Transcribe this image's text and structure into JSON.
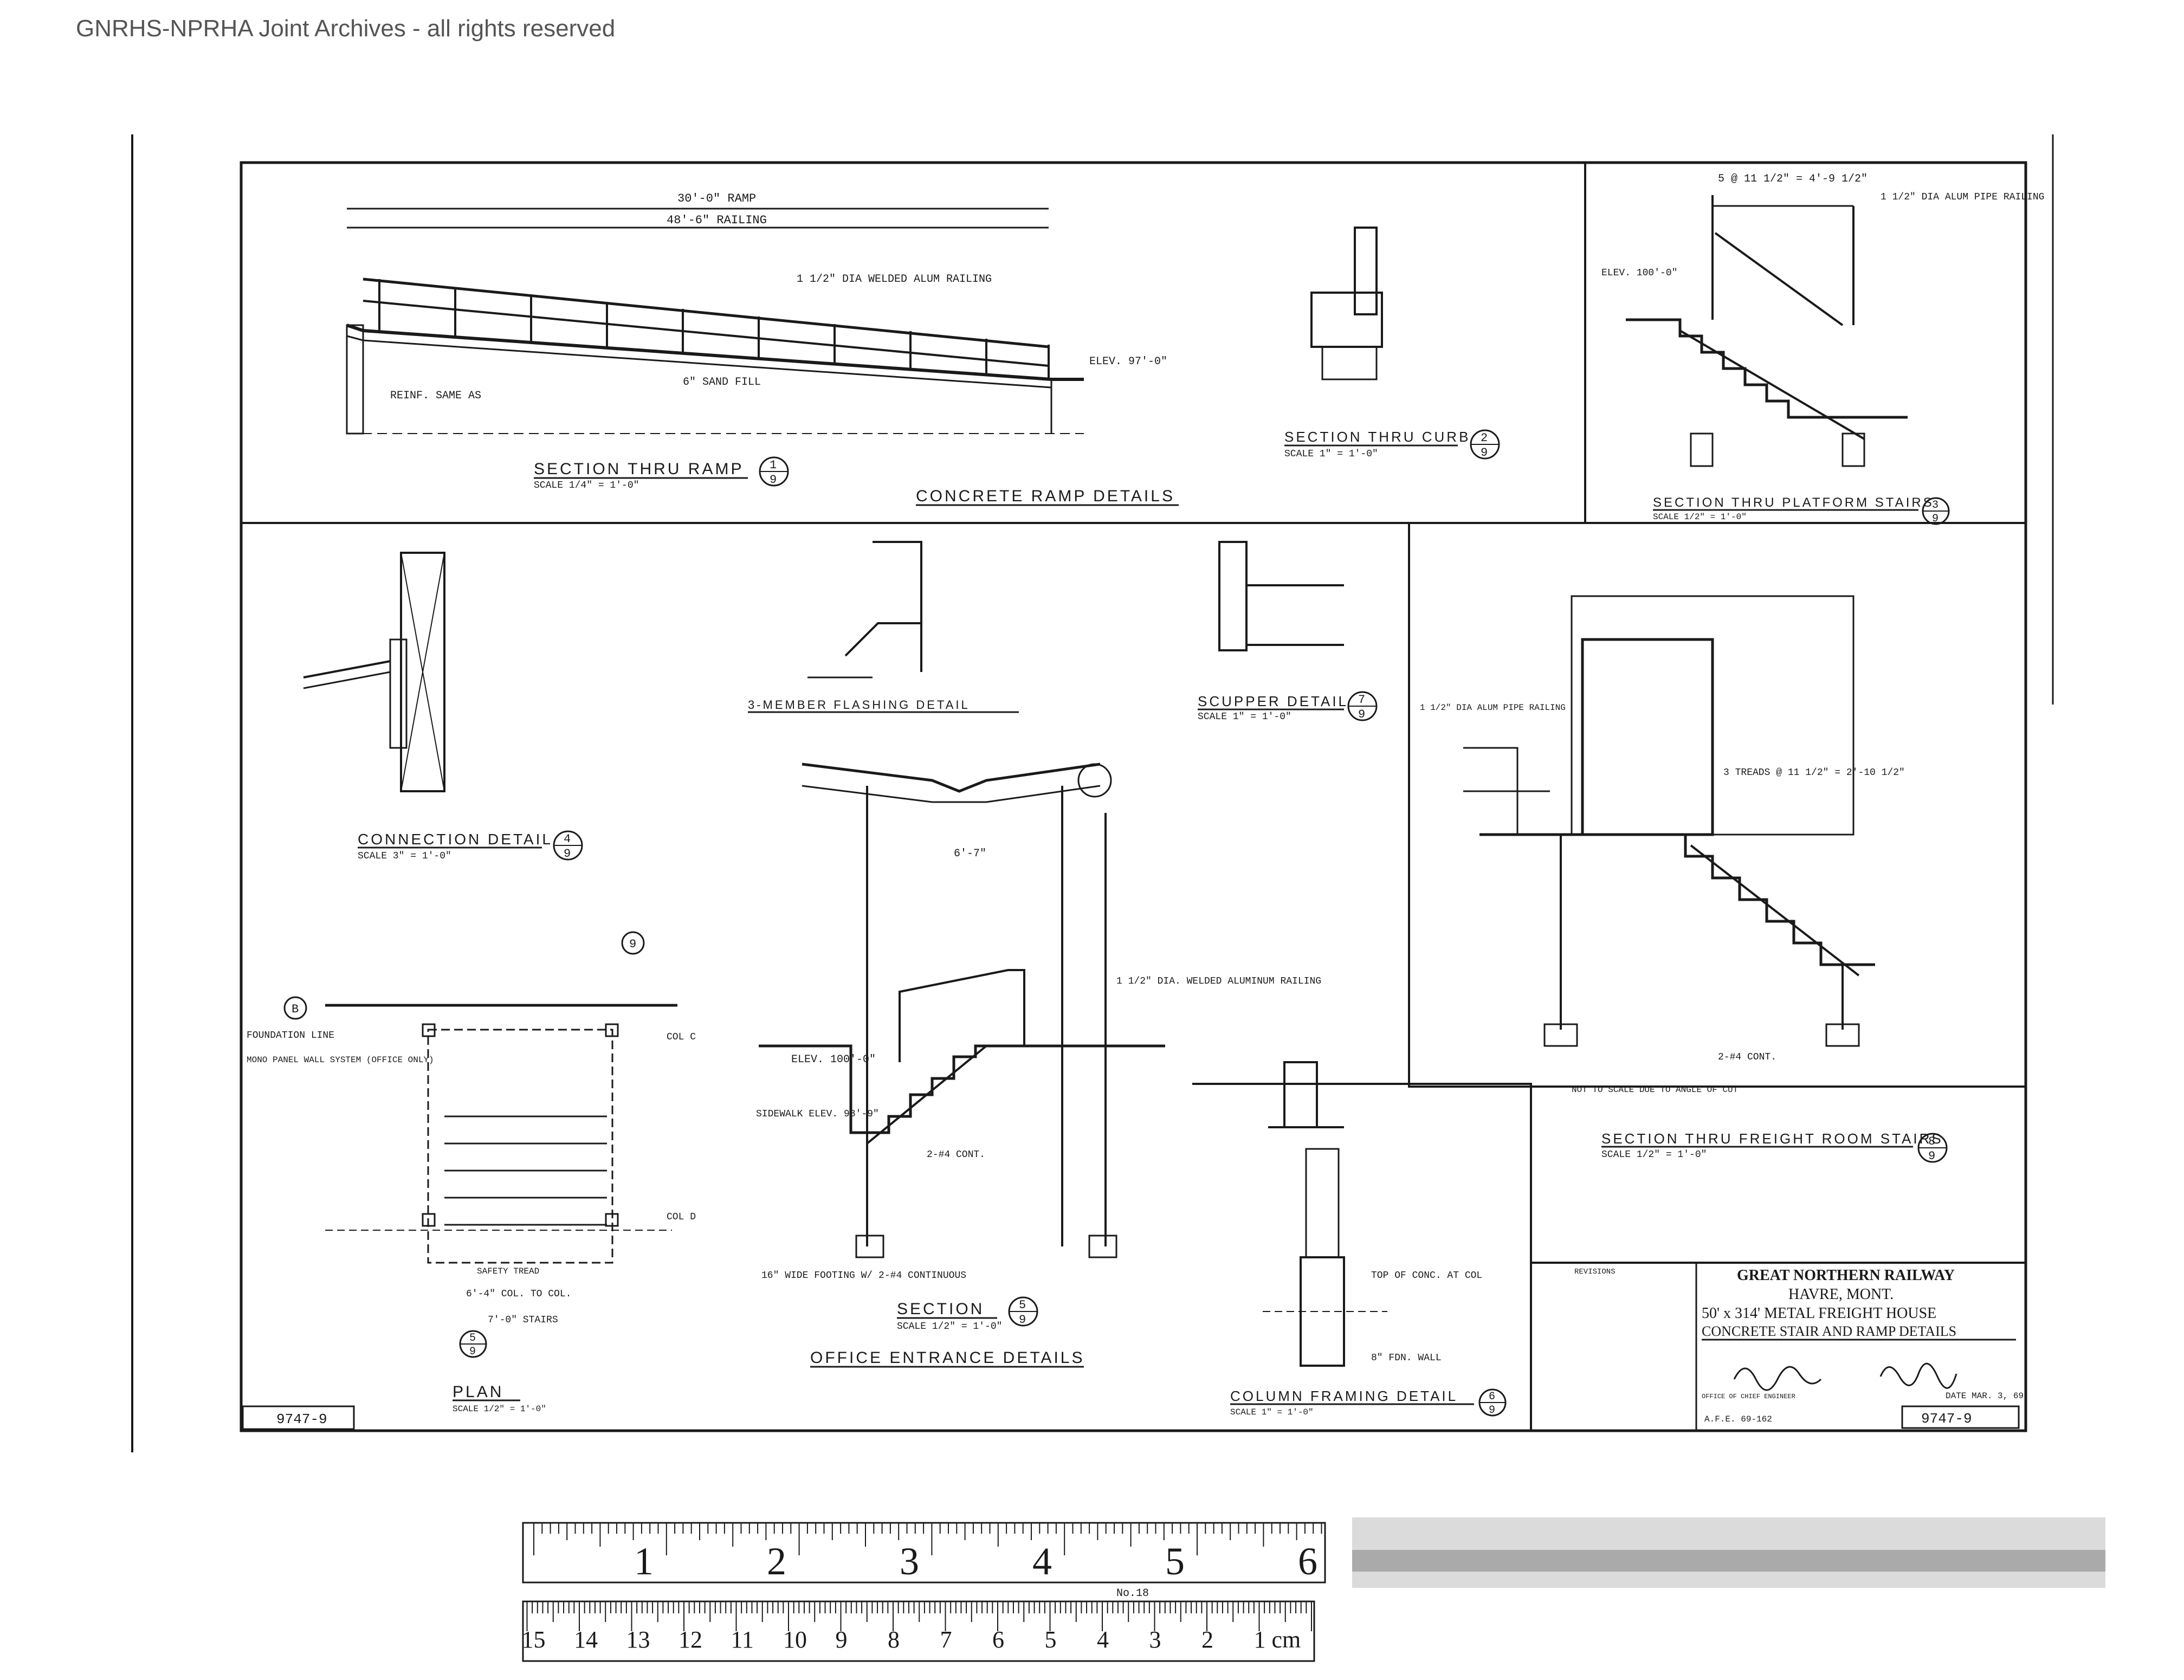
{
  "watermark": "GNRHS-NPRHA Joint Archives - all rights reserved",
  "drawing": {
    "number_left": "9747-9",
    "number_right": "9747-9",
    "panels": {
      "ramp_group_title": "CONCRETE RAMP DETAILS",
      "section_ramp": "SECTION THRU RAMP",
      "section_ramp_scale": "SCALE 1/4\" = 1'-0\"",
      "section_curb": "SECTION THRU CURB",
      "section_curb_scale": "SCALE 1\" = 1'-0\"",
      "section_platform": "SECTION THRU PLATFORM STAIRS",
      "section_platform_scale": "SCALE 1/2\" = 1'-0\"",
      "connection": "CONNECTION DETAIL",
      "connection_scale": "SCALE 3\" = 1'-0\"",
      "flashing": "3-MEMBER FLASHING DETAIL",
      "scupper": "SCUPPER DETAIL",
      "scupper_scale": "SCALE 1\" = 1'-0\"",
      "section_office": "SECTION",
      "section_office_scale": "SCALE 1/2\" = 1'-0\"",
      "office_group_title": "OFFICE ENTRANCE DETAILS",
      "plan": "PLAN",
      "plan_scale": "SCALE 1/2\" = 1'-0\"",
      "column": "COLUMN FRAMING DETAIL",
      "column_scale": "SCALE 1\" = 1'-0\"",
      "freight": "SECTION THRU FREIGHT ROOM STAIRS",
      "freight_scale": "SCALE 1/2\" = 1'-0\"",
      "revisions": "REVISIONS"
    },
    "refs": {
      "r1": "1",
      "r2": "2",
      "r3": "3",
      "r4": "4",
      "r5": "5",
      "r6": "6",
      "r7": "7",
      "r8": "8",
      "den": "9"
    },
    "dims": {
      "ramp": "30'-0\" RAMP",
      "railing": "48'-6\" RAILING",
      "railing_note": "1 1/2\" DIA WELDED ALUM RAILING",
      "sand_fill": "6\" SAND FILL",
      "reinf": "REINF. SAME AS",
      "elev": "ELEV. 97'-0\"",
      "platform_dim": "5 @ 11 1/2\" = 4'-9 1/2\"",
      "platform_elev": "ELEV. 100'-0\"",
      "pipe_railing": "1 1/2\" DIA ALUM PIPE RAILING",
      "office_dim": "6'-7\"",
      "treads": "3 TREADS @ 11 1/2\" = 2'-10 1/2\"",
      "cont": "2-#4 CONT.",
      "footing": "16\" WIDE FOOTING W/ 2-#4 CONTINUOUS",
      "welded_rail": "1 1/2\" DIA. WELDED ALUMINUM RAILING",
      "elev_office": "ELEV. 100'-0\"",
      "sidewalk": "SIDEWALK ELEV. 98'-9\"",
      "col_to_col": "6'-4\" COL. TO COL.",
      "stairs": "7'-0\" STAIRS",
      "safety_tread": "SAFETY TREAD",
      "top_conc": "TOP OF CONC. AT COL",
      "fdn_wall": "8\" FDN. WALL",
      "not_to_scale": "NOT TO SCALE DUE TO ANGLE OF CUT",
      "foundation_line": "FOUNDATION LINE",
      "monopanel": "MONO PANEL WALL SYSTEM (OFFICE ONLY)",
      "col_c": "COL C",
      "col_d": "COL D",
      "grid_b": "B",
      "grid_9": "9"
    },
    "title_block": {
      "railway": "GREAT NORTHERN RAILWAY",
      "location": "HAVRE, MONT.",
      "building": "50' x 314' METAL FREIGHT HOUSE",
      "subject": "CONCRETE STAIR AND RAMP DETAILS",
      "office": "OFFICE OF CHIEF ENGINEER",
      "date": "DATE MAR. 3, 69",
      "afe": "A.F.E. 69-162"
    }
  },
  "ruler": {
    "inches": [
      "1",
      "2",
      "3",
      "4",
      "5",
      "6"
    ],
    "cm": [
      "1 cm",
      "2",
      "3",
      "4",
      "5",
      "6",
      "7",
      "8",
      "9",
      "10",
      "11",
      "12",
      "13",
      "14",
      "15"
    ],
    "label": "No.18"
  }
}
